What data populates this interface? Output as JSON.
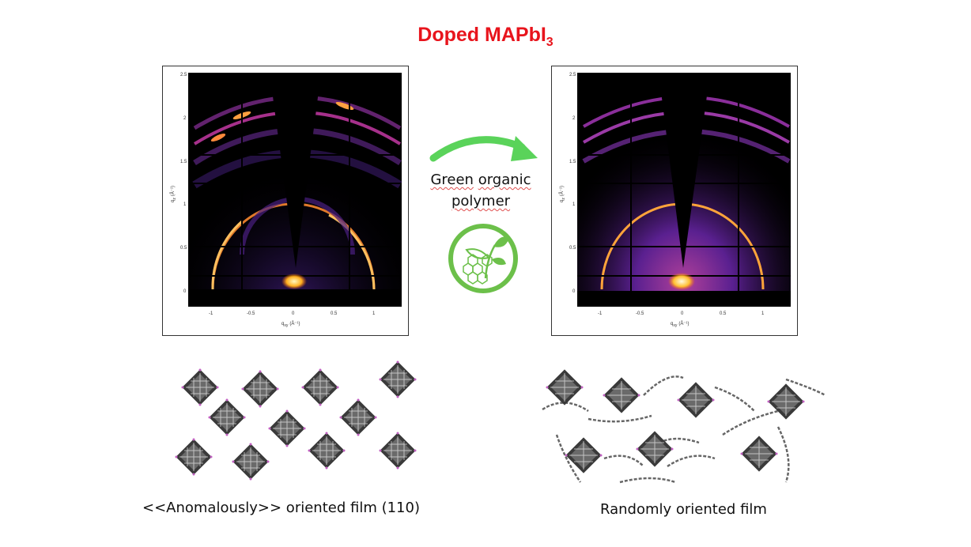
{
  "title": {
    "main": "Doped MAPbI",
    "subscript": "3"
  },
  "middle": {
    "line1_word1": "Green",
    "line1_word2": "organic",
    "line2": "polymer",
    "logo_icon": "leaf-polymer-logo-icon"
  },
  "plots": {
    "y_ticks": [
      "2.5",
      "2",
      "1.5",
      "1",
      "0.5",
      "0"
    ],
    "x_ticks": [
      "-1",
      "-0.5",
      "0",
      "0.5",
      "1"
    ],
    "xlabel": "q",
    "xlabel_sub": "xy",
    "xlabel_unit": "(Å⁻¹)",
    "ylabel": "q",
    "ylabel_sub": "z",
    "ylabel_unit": "(Å⁻¹)"
  },
  "captions": {
    "left": "<<Anomalously>> oriented film  (110)",
    "right": "Randomly oriented film"
  },
  "colors": {
    "title": "#e8141c",
    "arrow": "#5ad35a",
    "logo": "#6cc04a",
    "plot_bg": "#000000",
    "ring": "#ff9a2e"
  }
}
